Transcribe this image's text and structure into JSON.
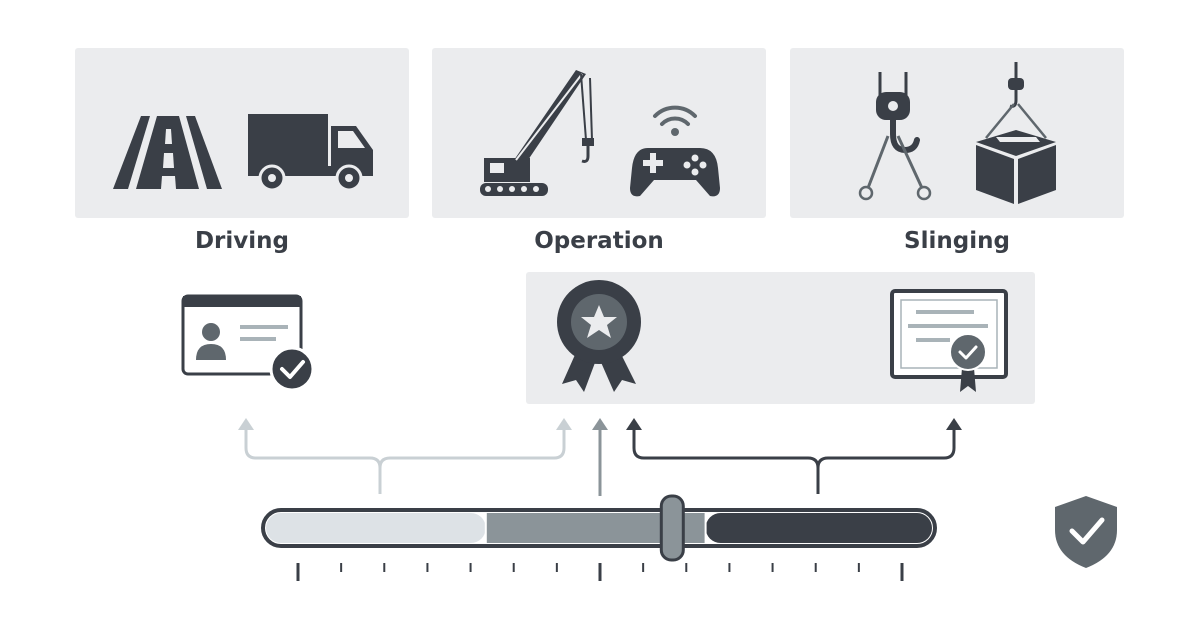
{
  "categories": [
    {
      "id": "driving",
      "label": "Driving"
    },
    {
      "id": "operation",
      "label": "Operation"
    },
    {
      "id": "slinging",
      "label": "Slinging"
    }
  ],
  "icons": {
    "driving": [
      "road-icon",
      "truck-icon"
    ],
    "operation": [
      "crane-icon",
      "wireless-gamepad-icon"
    ],
    "slinging": [
      "hook-slings-icon",
      "hook-load-box-icon"
    ],
    "credentials": [
      "id-card-check-icon",
      "award-ribbon-icon",
      "certificate-icon"
    ],
    "status": "shield-check-icon"
  },
  "progress": {
    "segments": [
      {
        "label": "",
        "fraction": 0.33,
        "color": "#dde2e6"
      },
      {
        "label": "",
        "fraction": 0.33,
        "color": "#8b9499"
      },
      {
        "label": "",
        "fraction": 0.34,
        "color": "#3a3f47"
      }
    ],
    "handle_position": 0.61
  },
  "colors": {
    "panel": "#ebecee",
    "icon_dark": "#3a3f47",
    "icon_mid": "#5f676d",
    "icon_light": "#a9b3b8",
    "arrow_light": "#c9d0d4",
    "arrow_mid": "#8b9499",
    "arrow_dark": "#3a3f47",
    "shield": "#5f676d"
  }
}
